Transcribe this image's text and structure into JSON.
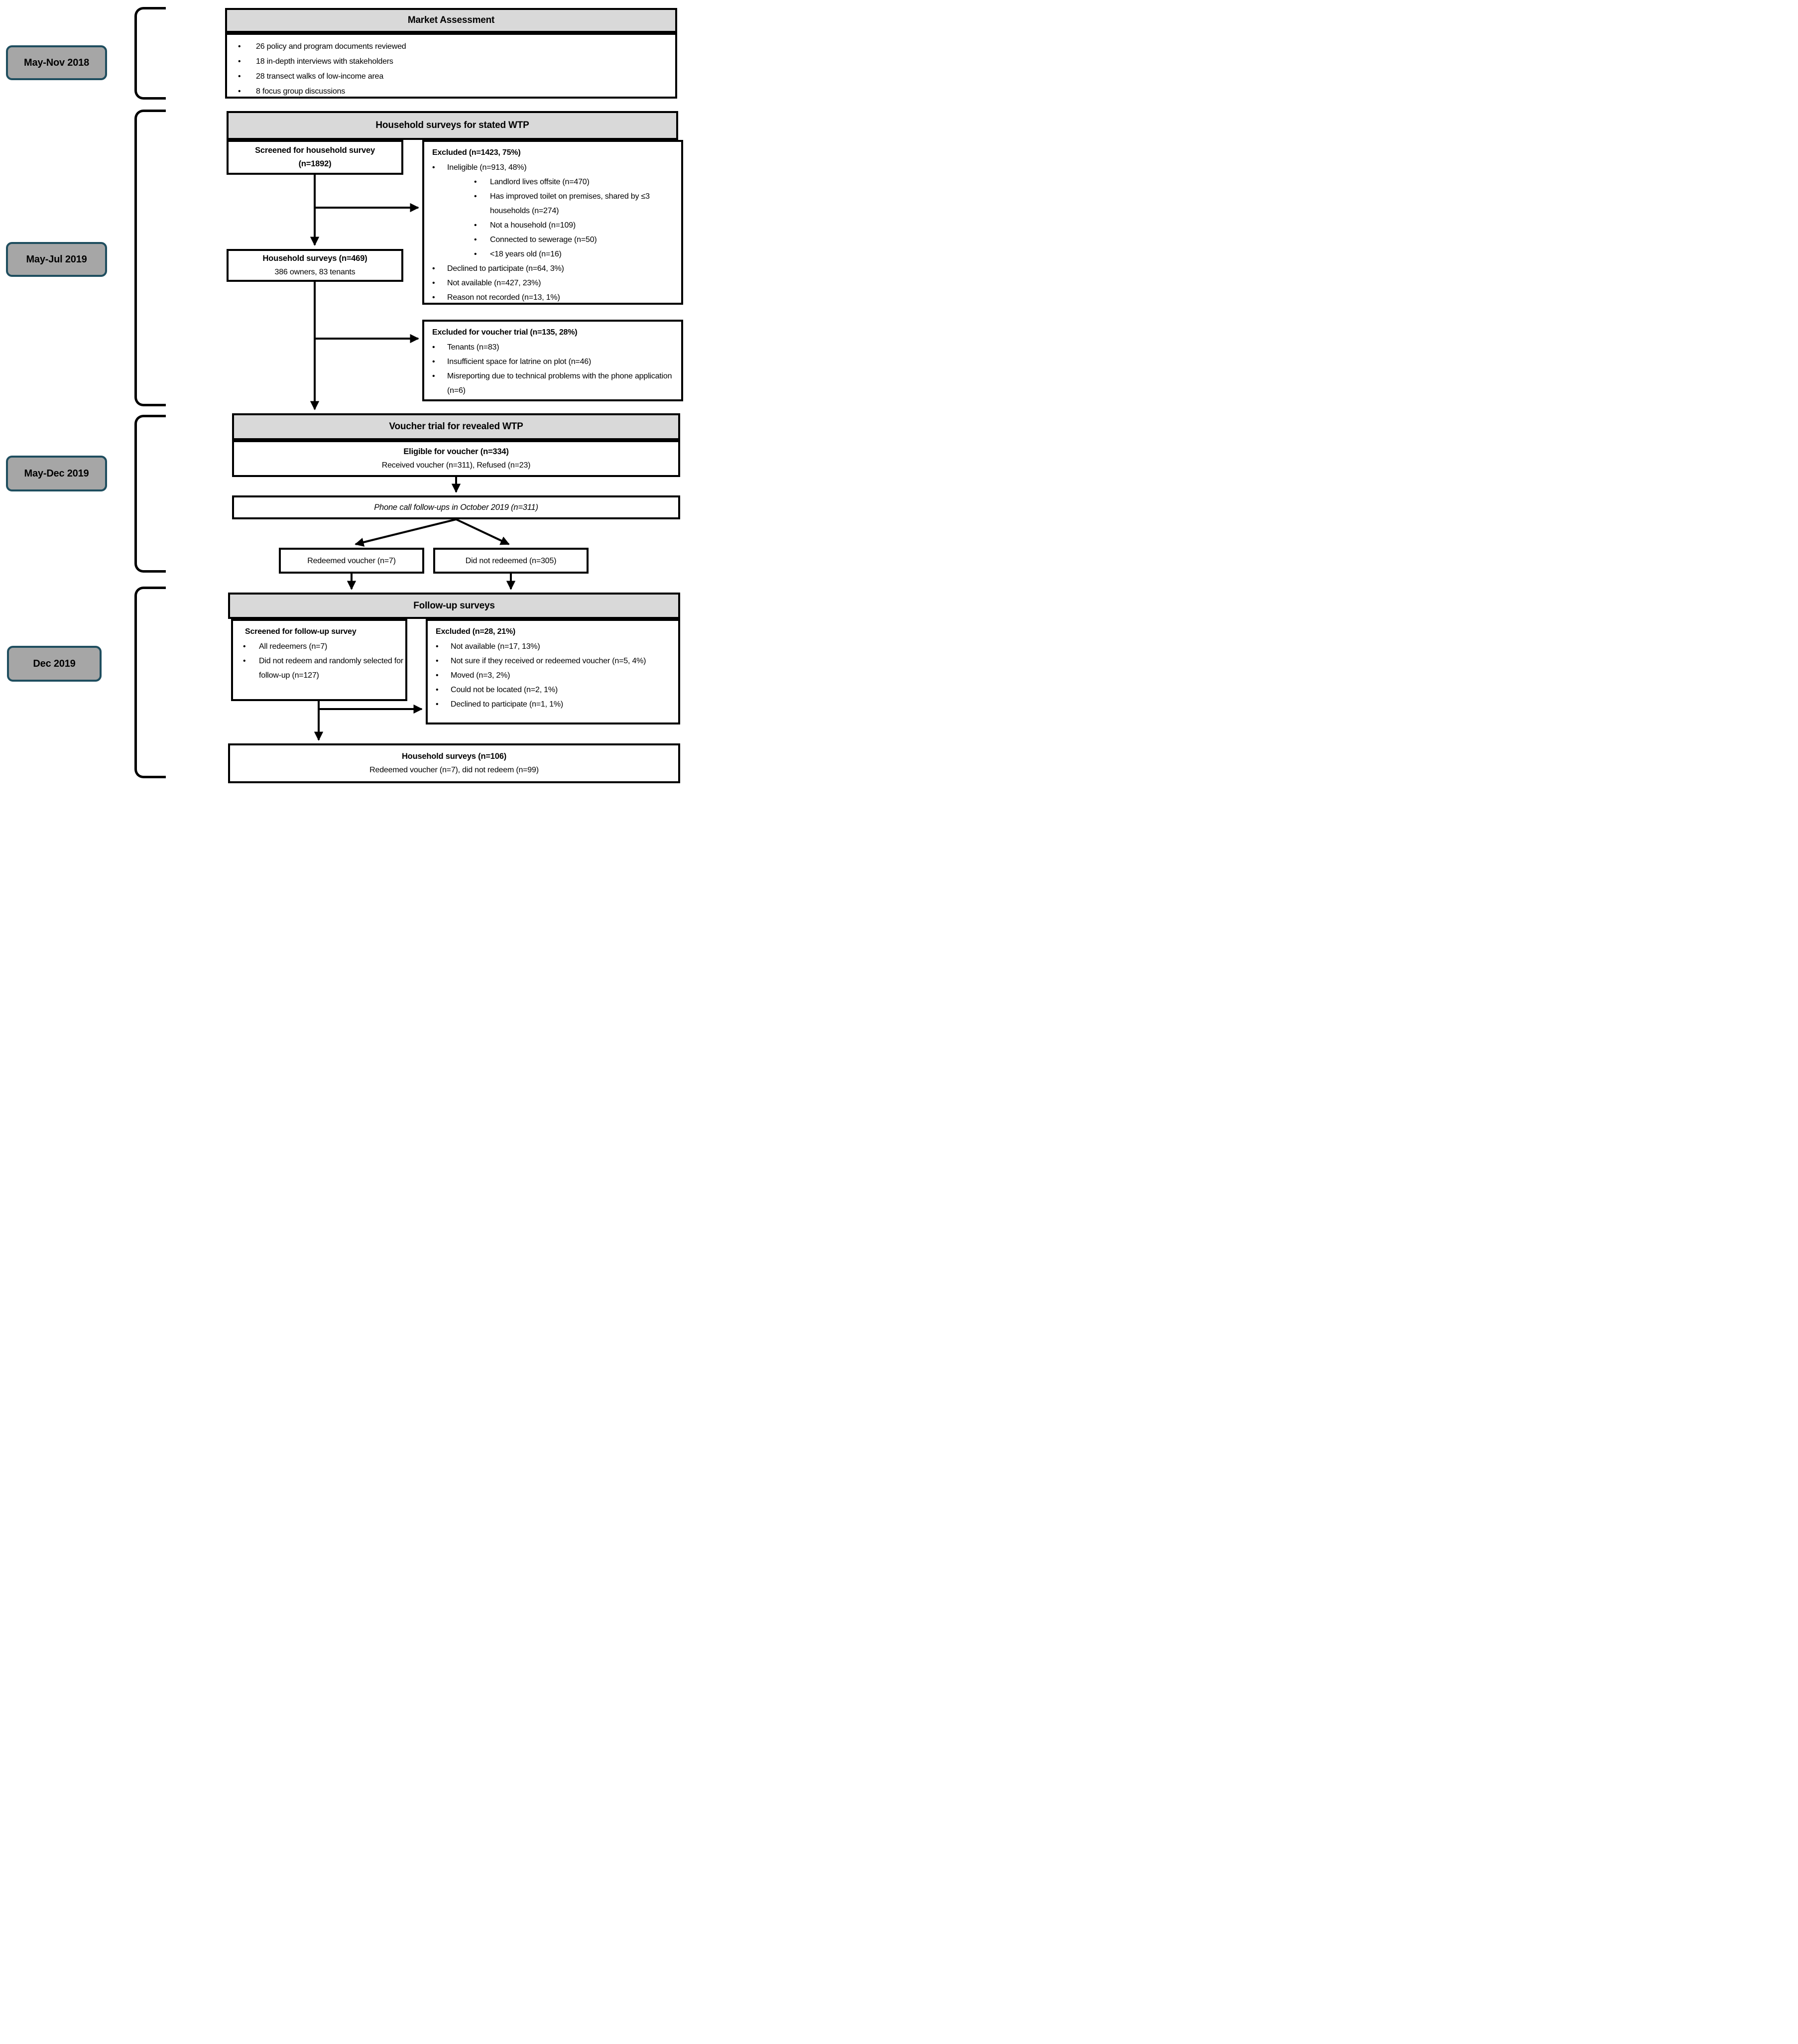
{
  "colors": {
    "header_fill": "#d9d9d9",
    "label_fill": "#a6a6a6",
    "label_border": "#1f4e5f",
    "line": "#000000"
  },
  "timeline": {
    "labels": [
      "May-Nov 2018",
      "May-Jul 2019",
      "May-Dec 2019",
      "Dec 2019"
    ]
  },
  "sections": {
    "market_assessment": {
      "title": "Market Assessment",
      "bullets": [
        "26 policy and program documents reviewed",
        "18 in-depth interviews with stakeholders",
        "28 transect walks of low-income area",
        "8 focus group discussions"
      ]
    },
    "stated_wtp": {
      "title": "Household surveys for stated WTP",
      "screened": {
        "line1": "Screened for household survey",
        "line2": "(n=1892)"
      },
      "excluded_screening": {
        "title": "Excluded (n=1423, 75%)",
        "items": [
          {
            "level": 1,
            "text": "Ineligible (n=913, 48%)"
          },
          {
            "level": 2,
            "text": "Landlord lives offsite (n=470)"
          },
          {
            "level": 2,
            "text": "Has improved toilet on premises, shared by ≤3 households (n=274)"
          },
          {
            "level": 2,
            "text": "Not a household (n=109)"
          },
          {
            "level": 2,
            "text": "Connected to sewerage (n=50)"
          },
          {
            "level": 2,
            "text": "<18 years old (n=16)"
          },
          {
            "level": 1,
            "text": "Declined to participate (n=64, 3%)"
          },
          {
            "level": 1,
            "text": "Not available (n=427, 23%)"
          },
          {
            "level": 1,
            "text": "Reason not recorded (n=13, 1%)"
          }
        ]
      },
      "household_surveys": {
        "line1": "Household surveys (n=469)",
        "line2": "386 owners, 83 tenants"
      },
      "excluded_voucher": {
        "title": "Excluded for voucher trial (n=135, 28%)",
        "items": [
          {
            "level": 1,
            "text": "Tenants (n=83)"
          },
          {
            "level": 1,
            "text": "Insufficient space for latrine on plot (n=46)"
          },
          {
            "level": 1,
            "text": "Misreporting due to technical problems with the phone application (n=6)"
          }
        ]
      }
    },
    "voucher_trial": {
      "title": "Voucher trial for revealed WTP",
      "eligible": {
        "line1": "Eligible for voucher (n=334)",
        "line2": "Received voucher (n=311), Refused (n=23)"
      },
      "phone_follow_up": "Phone call follow-ups in October 2019 (n=311)",
      "redeemed": "Redeemed voucher (n=7)",
      "not_redeemed": "Did not redeemed (n=305)"
    },
    "follow_up": {
      "title": "Follow-up surveys",
      "screened": {
        "title": "Screened for follow-up survey",
        "items": [
          {
            "level": 1,
            "text": "All redeemers (n=7)"
          },
          {
            "level": 1,
            "text": "Did not redeem and randomly selected for follow-up (n=127)"
          }
        ]
      },
      "excluded": {
        "title": "Excluded (n=28, 21%)",
        "items": [
          {
            "level": 1,
            "text": "Not available (n=17, 13%)"
          },
          {
            "level": 1,
            "text": "Not sure if they received or redeemed voucher (n=5, 4%)"
          },
          {
            "level": 1,
            "text": "Moved (n=3, 2%)"
          },
          {
            "level": 1,
            "text": "Could not be located (n=2, 1%)"
          },
          {
            "level": 1,
            "text": "Declined to participate (n=1, 1%)"
          }
        ]
      },
      "household_surveys": {
        "line1": "Household surveys (n=106)",
        "line2": "Redeemed voucher (n=7), did not redeem (n=99)"
      }
    }
  }
}
